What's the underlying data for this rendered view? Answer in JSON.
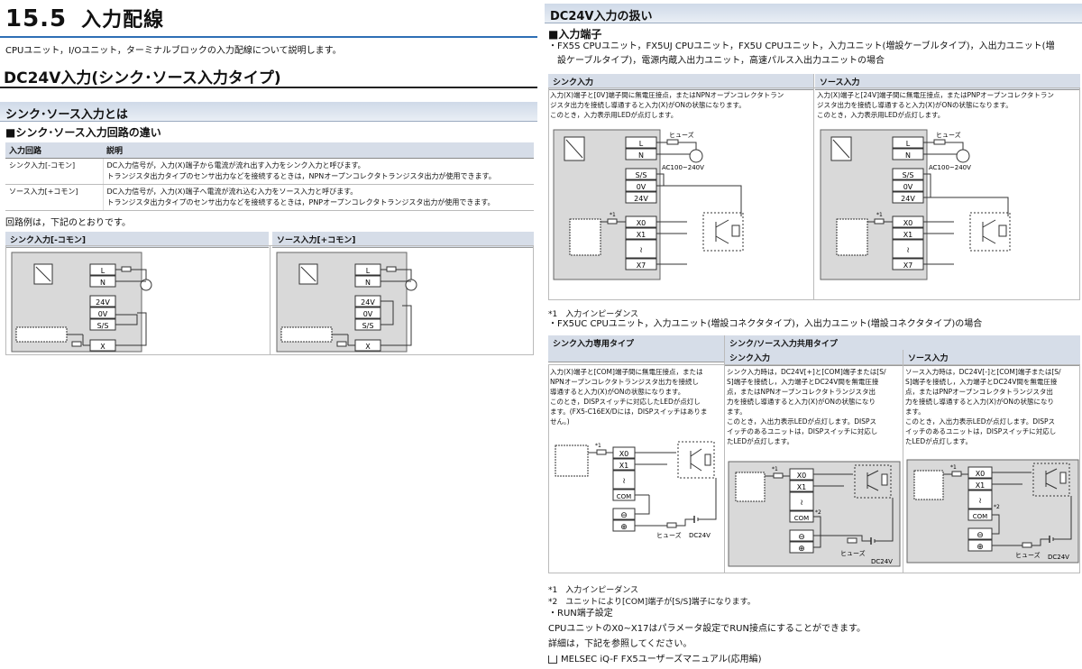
{
  "left": {
    "section_number": "15.5",
    "section_title": "入力配線",
    "intro": "CPUユニット，I/Oユニット，ターミナルブロックの入力配線について説明します。",
    "h2": "DC24V入力(シンク･ソース入力タイプ)",
    "h3": "シンク･ソース入力とは",
    "h4": "■シンク･ソース入力回路の違い",
    "table": {
      "headers": [
        "入力回路",
        "説明"
      ],
      "rows": [
        {
          "name": "シンク入力[-コモン]",
          "line1": "DC入力信号が，入力(X)端子から電流が流れ出す入力をシンク入力と呼びます。",
          "line2": "トランジスタ出力タイプのセンサ出力などを接続するときは，NPNオープンコレクタトランジスタ出力が使用できます。"
        },
        {
          "name": "ソース入力[+コモン]",
          "line1": "DC入力信号が，入力(X)端子へ電流が流れ込む入力をソース入力と呼びます。",
          "line2": "トランジスタ出力タイプのセンサ出力などを接続するときは，PNPオープンコレクタトランジスタ出力が使用できます。"
        }
      ]
    },
    "example_text": "回路例は，下記のとおりです。",
    "panel_sink": "シンク入力[-コモン]",
    "panel_source": "ソース入力[+コモン]",
    "term_L": "L",
    "term_N": "N",
    "term_24V": "24V",
    "term_0V": "0V",
    "term_SS": "S/S",
    "term_X": "X"
  },
  "right": {
    "h2": "DC24V入力の扱い",
    "h4": "■入力端子",
    "bullet1_line1": "・FX5S CPUユニット，FX5UJ CPUユニット，FX5U CPUユニット，入力ユニット(増設ケーブルタイプ)，入出力ユニット(増",
    "bullet1_line2": "設ケーブルタイプ)，電源内蔵入出力ユニット，高速パルス入出力ユニットの場合",
    "sink_hdr": "シンク入力",
    "source_hdr": "ソース入力",
    "sink_desc": [
      "入力(X)端子と[0V]端子間に無電圧接点，またはNPNオープンコレクタトラン",
      "ジスタ出力を接続し導通すると入力(X)がONの状態になります。",
      "このとき，入力表示用LEDが点灯します。"
    ],
    "source_desc": [
      "入力(X)端子と[24V]端子間に無電圧接点，またはPNPオープンコレクタトラン",
      "ジスタ出力を接続し導通すると入力(X)がONの状態になります。",
      "このとき，入力表示用LEDが点灯します。"
    ],
    "fuse": "ヒューズ",
    "ac": "AC100~240V",
    "terms": [
      "L",
      "N",
      "S/S",
      "0V",
      "24V",
      "X0",
      "X1",
      "X7"
    ],
    "ref1": "*1",
    "note1": "*1　入力インピーダンス",
    "bullet2": "・FX5UC CPUユニット，入力ユニット(増設コネクタタイプ)，入出力ユニット(増設コネクタタイプ)の場合",
    "t2_hdr_sink": "シンク入力専用タイプ",
    "t2_hdr_both": "シンク/ソース入力共用タイプ",
    "t2_sub_sink": "シンク入力",
    "t2_sub_source": "ソース入力",
    "t2_col1": [
      "入力(X)端子と[COM]端子間に無電圧接点，または",
      "NPNオープンコレクタトランジスタ出力を接続し",
      "導通すると入力(X)がONの状態になります。",
      "このとき，DISPスイッチに対応したLEDが点灯し",
      "ます。(FX5-C16EX/Dには，DISPスイッチはありま",
      "せん。)"
    ],
    "t2_col2": [
      "シンク入力時は，DC24V[+]と[COM]端子または[S/",
      "S]端子を接続し，入力端子とDC24V間を無電圧接",
      "点，またはNPNオープンコレクタトランジスタ出",
      "力を接続し導通すると入力(X)がONの状態になり",
      "ます。",
      "このとき，入出力表示LEDが点灯します。DISPス",
      "イッチのあるユニットは，DISPスイッチに対応し",
      "たLEDが点灯します。"
    ],
    "t2_col3": [
      "ソース入力時は，DC24V[-]と[COM]端子または[S/",
      "S]端子を接続し，入力端子とDC24V間を無電圧接",
      "点，またはPNPオープンコレクタトランジスタ出",
      "力を接続し導通すると入力(X)がONの状態になり",
      "ます。",
      "このとき，入出力表示LEDが点灯します。DISPス",
      "イッチのあるユニットは，DISPスイッチに対応し",
      "たLEDが点灯します。"
    ],
    "com": "COM",
    "dc24v": "DC24V",
    "ref2": "*2",
    "minus": "⊖",
    "plus": "⊕",
    "foot1": "*1　入力インピーダンス",
    "foot2": "*2　ユニットにより[COM]端子が[S/S]端子になります。",
    "run_bullet": "・RUN端子設定",
    "run_text": "CPUユニットのX0~X17はパラメータ設定でRUN接点にすることができます。",
    "detail": "詳細は，下記を参照してください。",
    "manual": "MELSEC iQ-F FX5ユーザーズマニュアル(応用編)"
  }
}
